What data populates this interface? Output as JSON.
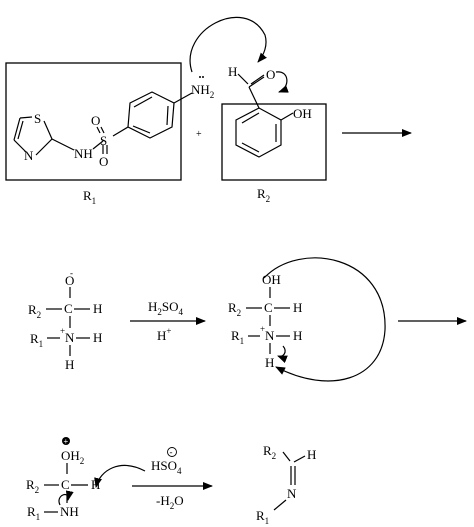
{
  "labels": {
    "r1": "R",
    "r1_sub": "1",
    "r2": "R",
    "r2_sub": "2",
    "s": "S",
    "n": "N",
    "nh": "NH",
    "nh2": "NH",
    "nh2_sub": "2",
    "o": "O",
    "oh": "OH",
    "h": "H",
    "c": "C",
    "plus": "+",
    "reagent1": "H",
    "reagent1_sub1": "2",
    "reagent1_mid": "SO",
    "reagent1_sub2": "4",
    "reagent2": "H",
    "reagent2_sup": "+",
    "oh2": "OH",
    "oh2_sub": "2",
    "hso4": "HSO",
    "hso4_sub": "4",
    "water": "-H",
    "water_sub": "2",
    "water_tail": "O",
    "minus": "-"
  },
  "colors": {
    "ink": "#000000",
    "background": "#ffffff"
  }
}
